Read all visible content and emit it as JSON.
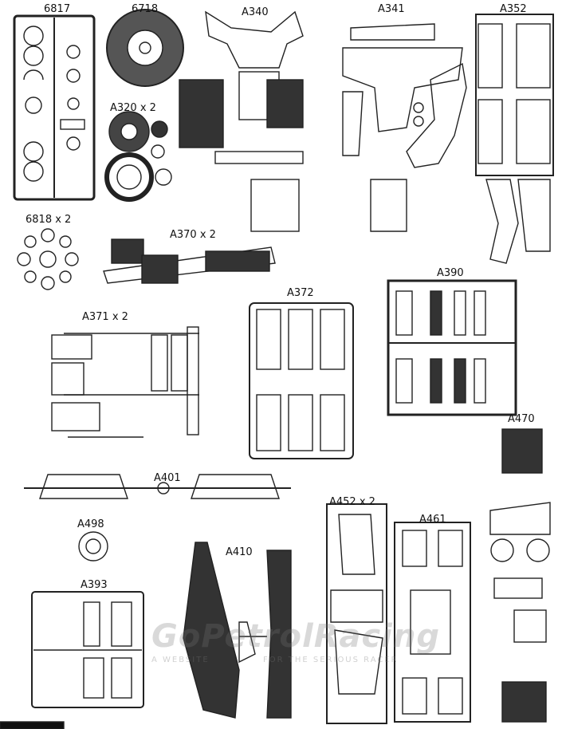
{
  "labels": {
    "l6817": "6817",
    "l6718": "6718",
    "lA340": "A340",
    "lA341": "A341",
    "lA352": "A352",
    "lA320": "A320 x 2",
    "l6818": "6818 x 2",
    "lA370": "A370 x 2",
    "lA372": "A372",
    "lA390": "A390",
    "lA371": "A371 x 2",
    "lA470": "A470",
    "lA401": "A401",
    "lA452": "A452 x 2",
    "lA461": "A461",
    "lA498": "A498",
    "lA410": "A410",
    "lA393": "A393"
  },
  "watermark": {
    "main": "GoPetrolRacing",
    "sub1": "A WEBSITE",
    "sub2": "FOR THE SERIOUS RACER"
  }
}
